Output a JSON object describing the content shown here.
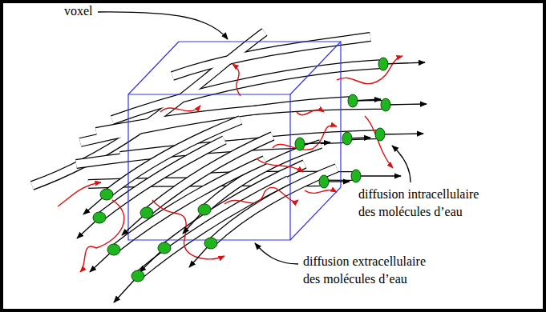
{
  "diagram": {
    "labels": [
      "voxel",
      "diffusion intracellulaire des molécules d’eau",
      "diffusion extracellulaire des molécules d’eau"
    ]
  }
}
